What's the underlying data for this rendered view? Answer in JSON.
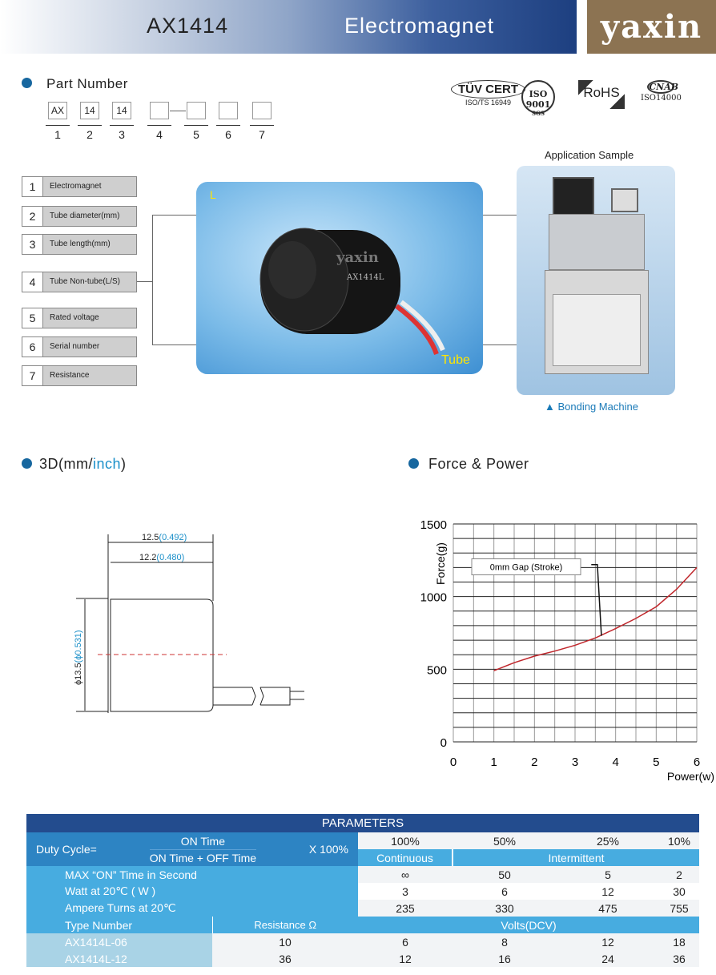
{
  "header": {
    "model": "AX1414",
    "product": "Electromagnet",
    "brand": "yaxin"
  },
  "part_number": {
    "heading": "Part Number",
    "boxes": [
      "AX",
      "14",
      "14",
      "",
      "",
      "",
      ""
    ],
    "positions": [
      "1",
      "2",
      "3",
      "4",
      "5",
      "6",
      "7"
    ]
  },
  "certifications": [
    {
      "name": "TÜV CERT",
      "sub": "ISO/TS 16949"
    },
    {
      "name": "ISO 9001",
      "sub": "SGS"
    },
    {
      "name": "RoHS",
      "sub": ""
    },
    {
      "name": "CNAB",
      "sub": "ISO14000"
    }
  ],
  "legend_items": [
    {
      "n": "1",
      "label": "Electromagnet"
    },
    {
      "n": "2",
      "label": "Tube diameter(mm)"
    },
    {
      "n": "3",
      "label": "Tube length(mm)"
    },
    {
      "n": "4",
      "label": "Tube Non-tube(L/S)"
    },
    {
      "n": "5",
      "label": "Rated voltage"
    },
    {
      "n": "6",
      "label": "Serial number"
    },
    {
      "n": "7",
      "label": "Resistance"
    }
  ],
  "product_image": {
    "tag_top": "L",
    "tag_bottom": "Tube",
    "brand_print": "yaxin",
    "model_print": "AX1414L"
  },
  "application": {
    "title": "Application Sample",
    "caption": "▲ Bonding Machine"
  },
  "dimensions": {
    "heading_main": "3D(mm/",
    "heading_accent": "inch",
    "heading_end": ")",
    "length_total": "12.5",
    "length_total_in": "(0.492)",
    "length_body": "12.2",
    "length_body_in": "(0.480)",
    "diameter": "ϕ13.5",
    "diameter_in": "(ϕ0.531)"
  },
  "force_power": {
    "heading": "Force & Power"
  },
  "chart_data": {
    "type": "line",
    "title": "Force & Power",
    "xlabel": "Power(w)",
    "ylabel": "Force(g)",
    "xlim": [
      0,
      6
    ],
    "ylim": [
      0,
      1500
    ],
    "xticks": [
      "0",
      "1",
      "2",
      "3",
      "4",
      "5",
      "6"
    ],
    "yticks": [
      "0",
      "500",
      "1000",
      "1500"
    ],
    "grid": true,
    "annotation": "0mm Gap (Stroke)",
    "series": [
      {
        "name": "0mm Gap (Stroke)",
        "color": "#c0262b",
        "x": [
          1,
          1.5,
          2,
          2.5,
          3,
          3.5,
          4,
          4.5,
          5,
          5.5,
          6
        ],
        "y": [
          490,
          545,
          590,
          625,
          665,
          715,
          780,
          850,
          930,
          1050,
          1200
        ]
      }
    ]
  },
  "parameters": {
    "title": "PARAMETERS",
    "duty_label": "Duty Cycle=",
    "duty_num": "ON Time",
    "duty_den": "ON Time + OFF Time",
    "duty_mult": "X 100%",
    "duty_values": [
      "100%",
      "50%",
      "25%",
      "10%"
    ],
    "mode_continuous": "Continuous",
    "mode_intermittent": "Intermittent",
    "rows": [
      {
        "label": "MAX “ON” Time in Second",
        "values": [
          "∞",
          "50",
          "5",
          "2"
        ]
      },
      {
        "label": "Watt at 20℃ ( W )",
        "values": [
          "3",
          "6",
          "12",
          "30"
        ]
      },
      {
        "label": "Ampere Turns at 20℃",
        "values": [
          "235",
          "330",
          "475",
          "755"
        ]
      }
    ],
    "type_header": "Type Number",
    "resistance_header": "Resistance Ω",
    "volts_header": "Volts(DCV)",
    "types": [
      {
        "name": "AX1414L-06",
        "resistance": "10",
        "volts": [
          "6",
          "8",
          "12",
          "18"
        ]
      },
      {
        "name": "AX1414L-12",
        "resistance": "36",
        "volts": [
          "12",
          "16",
          "24",
          "36"
        ]
      }
    ]
  }
}
